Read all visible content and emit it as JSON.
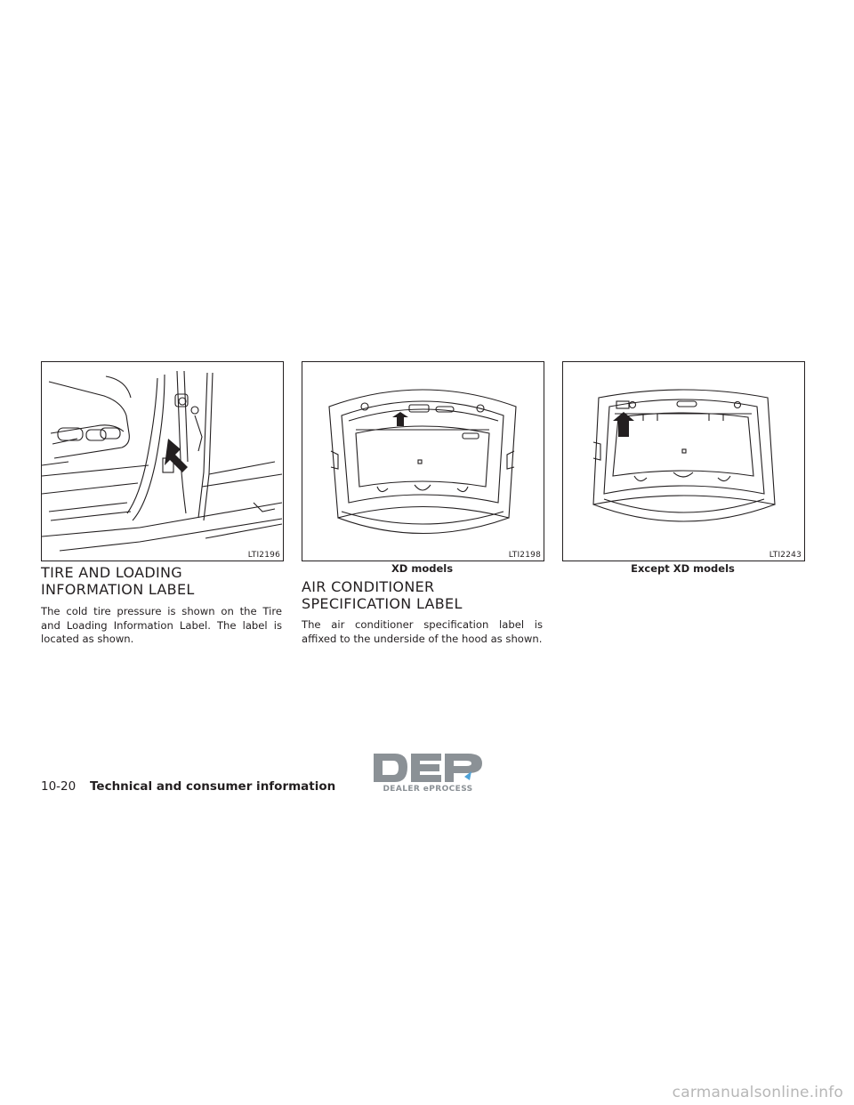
{
  "figures": {
    "tire": {
      "code": "LTI2196"
    },
    "xd": {
      "code": "LTI2198",
      "caption": "XD models"
    },
    "except_xd": {
      "code": "LTI2243",
      "caption": "Except XD models"
    }
  },
  "tire_section": {
    "heading": "TIRE AND LOADING INFORMATION LABEL",
    "body": "The cold tire pressure is shown on the Tire and Loading Information Label. The label is located as shown."
  },
  "ac_section": {
    "heading": "AIR CONDITIONER SPECIFICATION LABEL",
    "body": "The air conditioner specification label is affixed to the underside of the hood as shown."
  },
  "footer": {
    "page_number": "10-20",
    "section_title": "Technical and consumer information"
  },
  "logo": {
    "letters": "DEP",
    "tagline": "DEALER ePROCESS"
  },
  "watermark": "carmanualsonline.info",
  "colors": {
    "ink": "#231f20",
    "logo_gray": "#8b9196",
    "watermark_gray": "#b7b7b7"
  }
}
